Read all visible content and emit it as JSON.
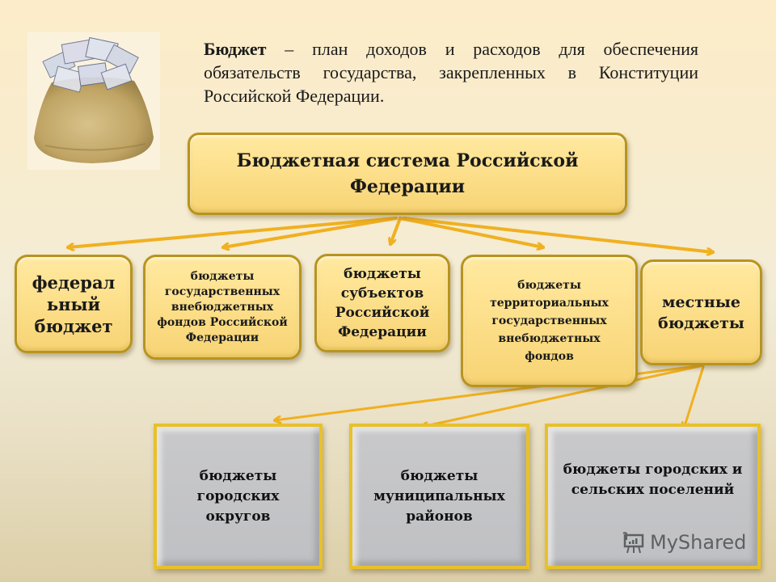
{
  "definition": {
    "term": "Бюджет",
    "text": " – план доходов и расходов для обеспечения обязательств государства, закрепленных в Конституции Российской Федерации."
  },
  "illustration": {
    "icon": "money-bag-icon"
  },
  "root": {
    "label": "Бюджетная система Российской Федерации"
  },
  "level1": [
    {
      "label": "федерал ьный бюджет"
    },
    {
      "label": "бюджеты государственных внебюджетных фондов Российской Федерации"
    },
    {
      "label": "бюджеты субъектов Российской Федерации"
    },
    {
      "label": "бюджеты территориальных государственных внебюджетных фондов"
    },
    {
      "label": "местные бюджеты"
    }
  ],
  "level2": [
    {
      "label": "бюджеты городских округов"
    },
    {
      "label": "бюджеты муниципальных районов"
    },
    {
      "label": "бюджеты городских и сельских поселений"
    }
  ],
  "watermark": {
    "text": "MyShared",
    "icon": "presentation-board-icon"
  },
  "colors": {
    "box_fill": "#fde08c",
    "box_border": "#b8941e",
    "arrow": "#f0b020",
    "grey_box_fill": "#c4c5c8",
    "grey_box_border": "#e8c12a"
  }
}
